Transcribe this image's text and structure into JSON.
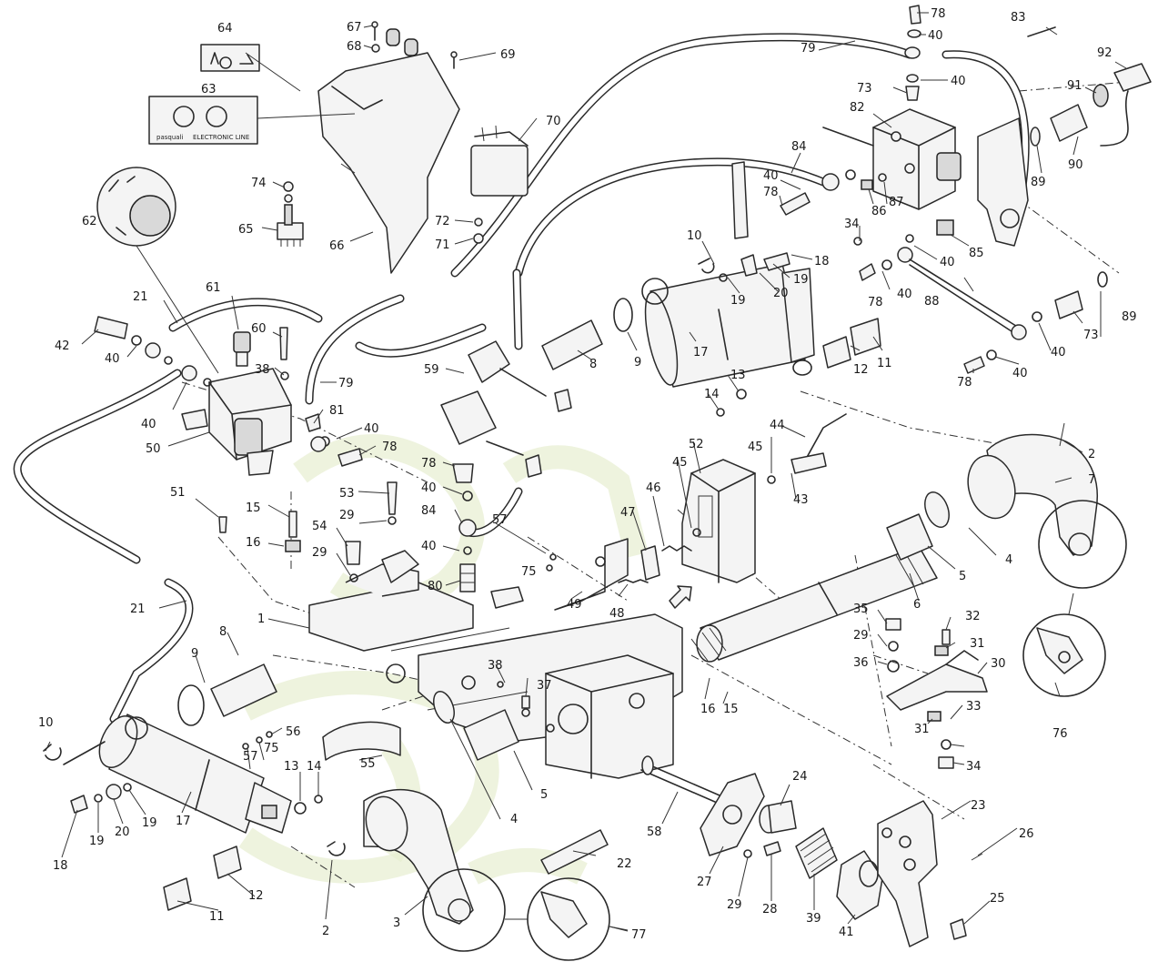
{
  "diagram": {
    "plate_63_text": "ELECTRONIC LINE",
    "labels": [
      {
        "id": "l78a",
        "text": "78"
      },
      {
        "id": "l83",
        "text": "83"
      },
      {
        "id": "l92",
        "text": "92"
      },
      {
        "id": "l40a",
        "text": "40"
      },
      {
        "id": "l79a",
        "text": "79"
      },
      {
        "id": "l91",
        "text": "91"
      },
      {
        "id": "l40b",
        "text": "40"
      },
      {
        "id": "l73a",
        "text": "73"
      },
      {
        "id": "l82",
        "text": "82"
      },
      {
        "id": "l90",
        "text": "90"
      },
      {
        "id": "l89a",
        "text": "89"
      },
      {
        "id": "l84a",
        "text": "84"
      },
      {
        "id": "l40c",
        "text": "40"
      },
      {
        "id": "l78b",
        "text": "78"
      },
      {
        "id": "l86",
        "text": "86"
      },
      {
        "id": "l87",
        "text": "87"
      },
      {
        "id": "l34a",
        "text": "34"
      },
      {
        "id": "l85",
        "text": "85"
      },
      {
        "id": "l40d",
        "text": "40"
      },
      {
        "id": "l40e",
        "text": "40"
      },
      {
        "id": "l78c",
        "text": "78"
      },
      {
        "id": "l88",
        "text": "88"
      },
      {
        "id": "l73b",
        "text": "73"
      },
      {
        "id": "l89b",
        "text": "89"
      },
      {
        "id": "l40f",
        "text": "40"
      },
      {
        "id": "l40g",
        "text": "40"
      },
      {
        "id": "l78d",
        "text": "78"
      },
      {
        "id": "l64",
        "text": "64"
      },
      {
        "id": "l67",
        "text": "67"
      },
      {
        "id": "l68",
        "text": "68"
      },
      {
        "id": "l69",
        "text": "69"
      },
      {
        "id": "l63",
        "text": "63"
      },
      {
        "id": "l70",
        "text": "70"
      },
      {
        "id": "l74",
        "text": "74"
      },
      {
        "id": "l72",
        "text": "72"
      },
      {
        "id": "l71",
        "text": "71"
      },
      {
        "id": "l65",
        "text": "65"
      },
      {
        "id": "l66",
        "text": "66"
      },
      {
        "id": "l62",
        "text": "62"
      },
      {
        "id": "l10a",
        "text": "10"
      },
      {
        "id": "l18a",
        "text": "18"
      },
      {
        "id": "l19a",
        "text": "19"
      },
      {
        "id": "l20a",
        "text": "20"
      },
      {
        "id": "l19b",
        "text": "19"
      },
      {
        "id": "l21a",
        "text": "21"
      },
      {
        "id": "l61",
        "text": "61"
      },
      {
        "id": "l60",
        "text": "60"
      },
      {
        "id": "l38a",
        "text": "38"
      },
      {
        "id": "l79b",
        "text": "79"
      },
      {
        "id": "l42",
        "text": "42"
      },
      {
        "id": "l40h",
        "text": "40"
      },
      {
        "id": "l40i",
        "text": "40"
      },
      {
        "id": "l81",
        "text": "81"
      },
      {
        "id": "l40j",
        "text": "40"
      },
      {
        "id": "l78e",
        "text": "78"
      },
      {
        "id": "l50",
        "text": "50"
      },
      {
        "id": "l59",
        "text": "59"
      },
      {
        "id": "l8a",
        "text": "8"
      },
      {
        "id": "l9a",
        "text": "9"
      },
      {
        "id": "l17a",
        "text": "17"
      },
      {
        "id": "l13a",
        "text": "13"
      },
      {
        "id": "l14a",
        "text": "14"
      },
      {
        "id": "l12a",
        "text": "12"
      },
      {
        "id": "l11a",
        "text": "11"
      },
      {
        "id": "l44",
        "text": "44"
      },
      {
        "id": "l45a",
        "text": "45"
      },
      {
        "id": "l2a",
        "text": "2"
      },
      {
        "id": "l7",
        "text": "7"
      },
      {
        "id": "l52",
        "text": "52"
      },
      {
        "id": "l45b",
        "text": "45"
      },
      {
        "id": "l43",
        "text": "43"
      },
      {
        "id": "l46",
        "text": "46"
      },
      {
        "id": "l47",
        "text": "47"
      },
      {
        "id": "l78f",
        "text": "78"
      },
      {
        "id": "l40k",
        "text": "40"
      },
      {
        "id": "l84b",
        "text": "84"
      },
      {
        "id": "l40l",
        "text": "40"
      },
      {
        "id": "l57a",
        "text": "57"
      },
      {
        "id": "l75a",
        "text": "75"
      },
      {
        "id": "l80",
        "text": "80"
      },
      {
        "id": "l49",
        "text": "49"
      },
      {
        "id": "l48",
        "text": "48"
      },
      {
        "id": "l4a",
        "text": "4"
      },
      {
        "id": "l5a",
        "text": "5"
      },
      {
        "id": "l6",
        "text": "6"
      },
      {
        "id": "l51",
        "text": "51"
      },
      {
        "id": "l53",
        "text": "53"
      },
      {
        "id": "l29a",
        "text": "29"
      },
      {
        "id": "l15a",
        "text": "15"
      },
      {
        "id": "l54",
        "text": "54"
      },
      {
        "id": "l16a",
        "text": "16"
      },
      {
        "id": "l29b",
        "text": "29"
      },
      {
        "id": "l35",
        "text": "35"
      },
      {
        "id": "l32",
        "text": "32"
      },
      {
        "id": "l29c",
        "text": "29"
      },
      {
        "id": "l31a",
        "text": "31"
      },
      {
        "id": "l36",
        "text": "36"
      },
      {
        "id": "l30",
        "text": "30"
      },
      {
        "id": "l21b",
        "text": "21"
      },
      {
        "id": "l1",
        "text": "1"
      },
      {
        "id": "l8b",
        "text": "8"
      },
      {
        "id": "l9b",
        "text": "9"
      },
      {
        "id": "l38b",
        "text": "38"
      },
      {
        "id": "l37",
        "text": "37"
      },
      {
        "id": "l16b",
        "text": "16"
      },
      {
        "id": "l15b",
        "text": "15"
      },
      {
        "id": "l31b",
        "text": "31"
      },
      {
        "id": "l33",
        "text": "33"
      },
      {
        "id": "l76",
        "text": "76"
      },
      {
        "id": "l34b",
        "text": "34"
      },
      {
        "id": "l10b",
        "text": "10"
      },
      {
        "id": "l56",
        "text": "56"
      },
      {
        "id": "l75b",
        "text": "75"
      },
      {
        "id": "l57b",
        "text": "57"
      },
      {
        "id": "l55",
        "text": "55"
      },
      {
        "id": "l5b",
        "text": "5"
      },
      {
        "id": "l13b",
        "text": "13"
      },
      {
        "id": "l14b",
        "text": "14"
      },
      {
        "id": "l4b",
        "text": "4"
      },
      {
        "id": "l18b",
        "text": "18"
      },
      {
        "id": "l19c",
        "text": "19"
      },
      {
        "id": "l20b",
        "text": "20"
      },
      {
        "id": "l19d",
        "text": "19"
      },
      {
        "id": "l17b",
        "text": "17"
      },
      {
        "id": "l58",
        "text": "58"
      },
      {
        "id": "l24",
        "text": "24"
      },
      {
        "id": "l23",
        "text": "23"
      },
      {
        "id": "l26",
        "text": "26"
      },
      {
        "id": "l22",
        "text": "22"
      },
      {
        "id": "l27",
        "text": "27"
      },
      {
        "id": "l29d",
        "text": "29"
      },
      {
        "id": "l28",
        "text": "28"
      },
      {
        "id": "l39",
        "text": "39"
      },
      {
        "id": "l41",
        "text": "41"
      },
      {
        "id": "l25",
        "text": "25"
      },
      {
        "id": "l11b",
        "text": "11"
      },
      {
        "id": "l12b",
        "text": "12"
      },
      {
        "id": "l2b",
        "text": "2"
      },
      {
        "id": "l3",
        "text": "3"
      },
      {
        "id": "l77",
        "text": "77"
      }
    ]
  }
}
